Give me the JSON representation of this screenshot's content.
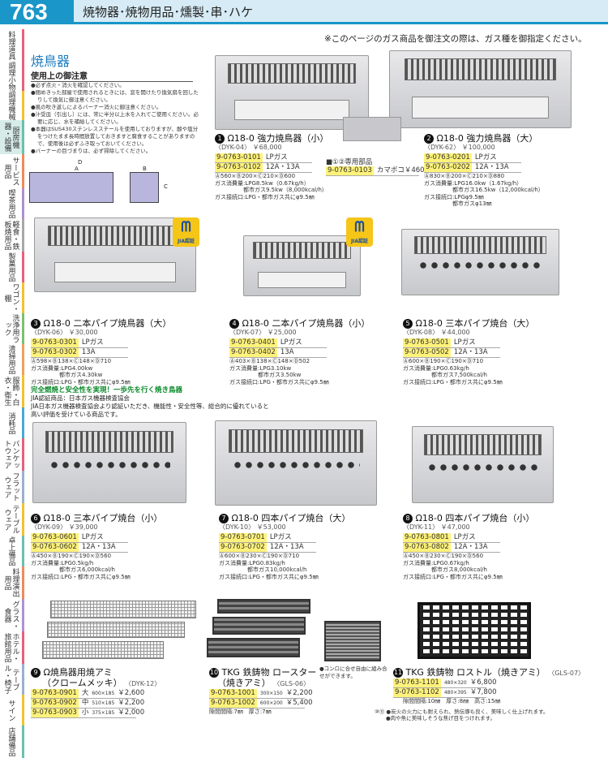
{
  "header": {
    "page_number": "763",
    "title": "焼物器･焼物用品･燻製･串･ハケ"
  },
  "gas_note": "※このページのガス商品を御注文の際は、ガス種を御指定ください。",
  "sidebar": {
    "tabs": [
      {
        "label": "料理道具"
      },
      {
        "label": "調理小物"
      },
      {
        "label": "調理機械"
      },
      {
        "label": "厨房機器・設備",
        "active": true
      },
      {
        "label": "サービス用品"
      },
      {
        "label": "喫茶用品"
      },
      {
        "label": "軽食・鉄板焼用品"
      },
      {
        "label": "製菓用品"
      },
      {
        "label": "ワゴン・棚"
      },
      {
        "label": "洗浄用ラック"
      },
      {
        "label": "清掃用品"
      },
      {
        "label": "服飾・白衣・衛生"
      },
      {
        "label": "消耗品"
      },
      {
        "label": "バンケットウェア"
      },
      {
        "label": "フラットウェア"
      },
      {
        "label": "テーブルウェア"
      },
      {
        "label": "卓上備品"
      },
      {
        "label": "料理演出用品"
      },
      {
        "label": "グラス・食器"
      },
      {
        "label": "ホテル・旅館用品"
      },
      {
        "label": "テーブル・椅子"
      },
      {
        "label": "サイン"
      },
      {
        "label": "店舗備品"
      }
    ]
  },
  "section_title": "焼鳥器",
  "notes": {
    "heading": "使用上の御注意",
    "items": [
      "●必ず点火・消火を確認してください。",
      "●閉めきった部屋で使用されるときには、窓を開けたり換気扇を回したりして換気に御注意ください。",
      "●風の吹き返しによるバーナー消火に御注意ください。",
      "●汁受皿（引出し）には、常に半分以上水を入れてご使用ください。必要に応じ、水を補給してください。",
      "●本器はSUS430ステンレススチールを使用しておりますが、酸や塩分をつけたまま長時間放置しておきますと腐食することがありますので、使用後は必ずふき取っておいてください。",
      "●バーナーの目づまりは、必ず掃除してください。"
    ]
  },
  "diagram": {
    "labels": [
      "D",
      "A",
      "B",
      "C"
    ]
  },
  "jia_badge": "JIA認証",
  "products": [
    {
      "num": "1",
      "title": "Ω18-0 強力焼鳥器（小）",
      "model": "〈DYK-04〉",
      "price": "￥68,000",
      "rows": [
        {
          "code": "9-0763-0101",
          "gas": "LPガス"
        },
        {
          "code": "9-0763-0102",
          "gas": "12A・13A"
        }
      ],
      "specs": [
        "Ⓐ560×Ⓑ200×Ⓒ210×Ⓓ600",
        "ガス消費量:LPG8.5kw（0.67kg/h）",
        "　　　　　都市ガス9.5kw（8,000kcal/h）",
        "ガス接続口:LPG・都市ガス共にφ9.5㎜"
      ]
    },
    {
      "num": "2",
      "title": "Ω18-0 強力焼鳥器（大）",
      "model": "〈DYK-62〉",
      "price": "￥100,000",
      "rows": [
        {
          "code": "9-0763-0201",
          "gas": "LPガス"
        },
        {
          "code": "9-0763-0202",
          "gas": "12A・13A"
        }
      ],
      "specs": [
        "Ⓐ830×Ⓑ200×Ⓒ210×Ⓓ880",
        "ガス消費量:LPG16.0kw（1.67kg/h）",
        "　　　　　都市ガス16.5kw（12,000kcal/h）",
        "ガス接続口:LPGφ9.5㎜",
        "　　　　　都市ガスφ13㎜"
      ]
    },
    {
      "num": "3",
      "title": "Ω18-0 二本パイプ焼鳥器（大）",
      "model": "〈DYK-06〉",
      "price": "￥30,000",
      "rows": [
        {
          "code": "9-0763-0301",
          "gas": "LPガス"
        },
        {
          "code": "9-0763-0302",
          "gas": "13A"
        }
      ],
      "specs": [
        "Ⓐ598×Ⓑ138×Ⓒ148×Ⓓ710",
        "ガス消費量:LPG4.00kw",
        "　　　　　都市ガス4.30kw",
        "ガス接続口:LPG・都市ガス共にφ9.5㎜"
      ]
    },
    {
      "num": "4",
      "title": "Ω18-0 二本パイプ焼鳥器（小）",
      "model": "〈DYK-07〉",
      "price": "￥25,000",
      "rows": [
        {
          "code": "9-0763-0401",
          "gas": "LPガス"
        },
        {
          "code": "9-0763-0402",
          "gas": "13A"
        }
      ],
      "specs": [
        "Ⓐ403×Ⓑ138×Ⓒ148×Ⓓ502",
        "ガス消費量:LPG3.10kw",
        "　　　　　都市ガス3.50kw",
        "ガス接続口:LPG・都市ガス共にφ9.5㎜"
      ]
    },
    {
      "num": "5",
      "title": "Ω18-0 三本パイプ焼台（大）",
      "model": "〈DYK-08〉",
      "price": "￥44,000",
      "rows": [
        {
          "code": "9-0763-0501",
          "gas": "LPガス"
        },
        {
          "code": "9-0763-0502",
          "gas": "12A・13A"
        }
      ],
      "specs": [
        "Ⓐ600×Ⓑ190×Ⓒ190×Ⓓ710",
        "ガス消費量:LPG0.63kg/h",
        "　　　　　都市ガス7,500kcal/h",
        "ガス接続口:LPG・都市ガス共にφ9.5㎜"
      ]
    },
    {
      "num": "6",
      "title": "Ω18-0 三本パイプ焼台（小）",
      "model": "〈DYK-09〉",
      "price": "￥39,000",
      "rows": [
        {
          "code": "9-0763-0601",
          "gas": "LPガス"
        },
        {
          "code": "9-0763-0602",
          "gas": "12A・13A"
        }
      ],
      "specs": [
        "Ⓐ450×Ⓑ190×Ⓒ190×Ⓓ560",
        "ガス消費量:LPG0.5kg/h",
        "　　　　　都市ガス6,000kcal/h",
        "ガス接続口:LPG・都市ガス共にφ9.5㎜"
      ]
    },
    {
      "num": "7",
      "title": "Ω18-0 四本パイプ焼台（大）",
      "model": "〈DYK-10〉",
      "price": "￥53,000",
      "rows": [
        {
          "code": "9-0763-0701",
          "gas": "LPガス"
        },
        {
          "code": "9-0763-0702",
          "gas": "12A・13A"
        }
      ],
      "specs": [
        "Ⓐ600×Ⓑ230×Ⓒ190×Ⓓ710",
        "ガス消費量:LPG0.83kg/h",
        "　　　　　都市ガス10,000kcal/h",
        "ガス接続口:LPG・都市ガス共にφ9.5㎜"
      ]
    },
    {
      "num": "8",
      "title": "Ω18-0 四本パイプ焼台（小）",
      "model": "〈DYK-11〉",
      "price": "￥47,000",
      "rows": [
        {
          "code": "9-0763-0801",
          "gas": "LPガス"
        },
        {
          "code": "9-0763-0802",
          "gas": "12A・13A"
        }
      ],
      "specs": [
        "Ⓐ450×Ⓑ230×Ⓒ190×Ⓓ560",
        "ガス消費量:LPG0.67kg/h",
        "　　　　　都市ガス8,000kcal/h",
        "ガス接続口:LPG・都市ガス共にφ9.5㎜"
      ]
    }
  ],
  "part": {
    "heading": "■①②専用部品",
    "code": "9-0763-0103",
    "name": "カマボコ",
    "price": "￥460"
  },
  "jia_info": {
    "headline": "完全燃焼と安全性を実現！一歩先を行く焼き鳥器",
    "lines": [
      "JIA認証商品：日本ガス機器検査協会",
      "JIA日本ガス機器検査協会より認証いただき、機能性・安全性等、総合的に優れていると",
      "高い評価を受けている商品です。"
    ]
  },
  "nets": [
    {
      "num": "9",
      "title": "Ω焼鳥器用焼アミ",
      "title2": "（クロームメッキ）",
      "model": "〈DYK-12〉",
      "rows": [
        {
          "code": "9-0763-0901",
          "size": "大",
          "dim": "600×185",
          "price": "￥2,600"
        },
        {
          "code": "9-0763-0902",
          "size": "中",
          "dim": "510×185",
          "price": "￥2,200"
        },
        {
          "code": "9-0763-0903",
          "size": "小",
          "dim": "375×185",
          "price": "￥2,000"
        }
      ]
    },
    {
      "num": "10",
      "title": "TKG 鉄鋳物 ロースター",
      "title2": "（焼きアミ）",
      "model": "〈GLS-06〉",
      "rows": [
        {
          "code": "9-0763-1001",
          "dim": "300×150",
          "price": "￥2,200"
        },
        {
          "code": "9-0763-1002",
          "dim": "600×200",
          "price": "￥5,400"
        }
      ],
      "spec": "隙間間隔:7㎜　厚さ:7㎜",
      "note": "●コンロに合せ自由に組み合せができます。"
    },
    {
      "num": "11",
      "title": "TKG 鉄鋳物 ロストル（焼きアミ）",
      "model": "〈GLS-07〉",
      "rows": [
        {
          "code": "9-0763-1101",
          "dim": "480×320",
          "price": "￥6,800"
        },
        {
          "code": "9-0763-1102",
          "dim": "480×395",
          "price": "￥7,800"
        }
      ],
      "spec": "隙間間隔:10㎜　厚さ:8㎜　高さ:15㎜",
      "notes_prefix": "⑩⑪",
      "notes": [
        "●炭火の火力にも耐えられ、熱伝導も良く、美味しく仕上げれます。",
        "●肉や魚に美味しそうな焦げ目をつけれます。"
      ]
    }
  ]
}
